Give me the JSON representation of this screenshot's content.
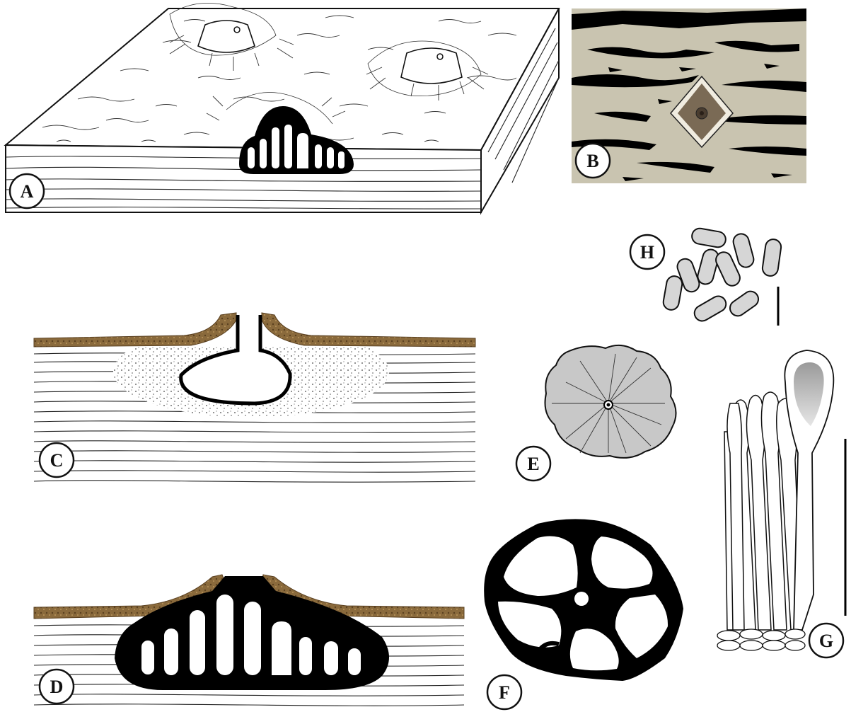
{
  "panels": {
    "A": {
      "label": "A"
    },
    "B": {
      "label": "B"
    },
    "C": {
      "label": "C"
    },
    "D": {
      "label": "D"
    },
    "E": {
      "label": "E"
    },
    "F": {
      "label": "F"
    },
    "G": {
      "label": "G"
    },
    "H": {
      "label": "H"
    }
  },
  "colors": {
    "bark": "#8a6a3c",
    "bark_dark": "#5a4020",
    "photo_bg": "#c9c4b0",
    "ink": "#000000",
    "spore": "#d6d6d6",
    "ascocarp": "#c8c8c8"
  }
}
